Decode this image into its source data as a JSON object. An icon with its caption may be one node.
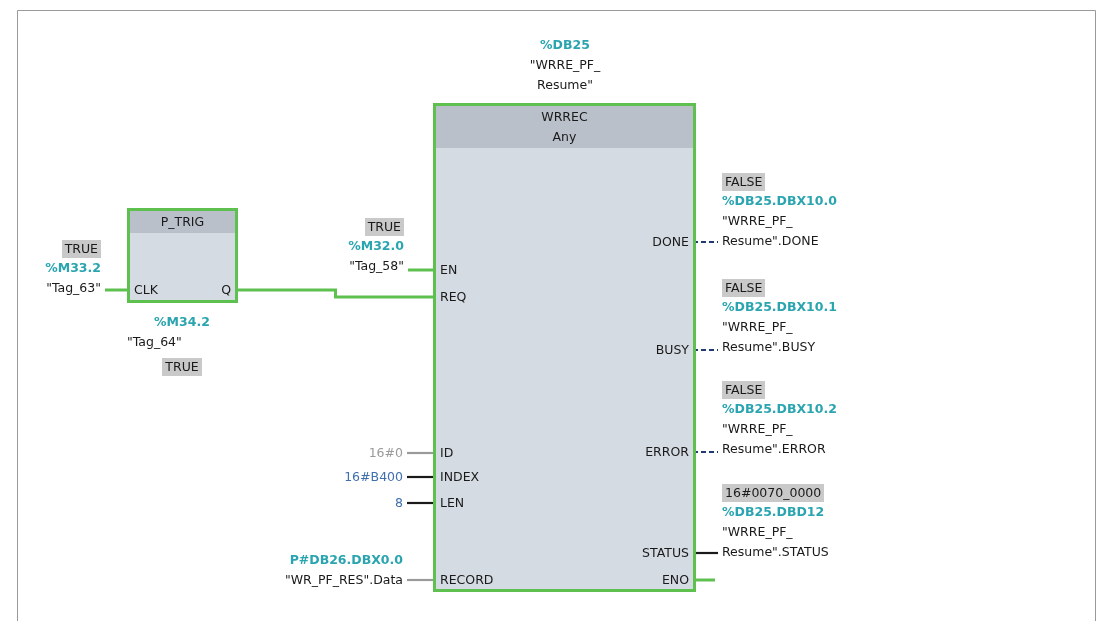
{
  "diagram": {
    "nodes": [
      {
        "text": [
          "P_TRIG"
        ]
      },
      {
        "text": [
          "CLK"
        ],
        "in": 0
      },
      {
        "text": [
          "Q"
        ],
        "in": 0
      },
      {
        "text": [
          "TRUE",
          "%M33.2",
          "\"Tag_63\""
        ]
      },
      {
        "text": [
          "WRREC",
          "Any"
        ],
        "beside": [
          "%DB25",
          "\"WRRE_PF_ Resume\""
        ]
      },
      {
        "text": [
          "EN"
        ],
        "in": 4
      },
      {
        "text": [
          "REQ"
        ],
        "in": 4
      },
      {
        "text": [
          "ID"
        ],
        "in": 4
      },
      {
        "text": [
          "INDEX"
        ],
        "in": 4
      },
      {
        "text": [
          "LEN"
        ],
        "in": 4
      },
      {
        "text": [
          "RECORD"
        ],
        "in": 4
      },
      {
        "text": [
          "DONE"
        ],
        "in": 4
      },
      {
        "text": [
          "BUSY"
        ],
        "in": 4
      },
      {
        "text": [
          "ERROR"
        ],
        "in": 4
      },
      {
        "text": [
          "STATUS"
        ],
        "in": 4
      },
      {
        "text": [
          "ENO"
        ],
        "in": 4
      },
      {
        "text": [
          "TRUE",
          "%M32.0",
          "\"Tag_58\""
        ]
      },
      {
        "text": [
          "16#0"
        ]
      },
      {
        "text": [
          "16#B400"
        ]
      },
      {
        "text": [
          "8"
        ]
      },
      {
        "text": [
          "P#DB26.DBX0.0",
          "\"WR_PF_RES\".Data"
        ]
      },
      {
        "text": [
          "FALSE",
          "%DB25.DBX10.0",
          "\"WRRE_PF_ Resume\".DONE"
        ]
      },
      {
        "text": [
          "FALSE",
          "%DB25.DBX10.1",
          "\"WRRE_PF_ Resume\".BUSY"
        ]
      },
      {
        "text": [
          "FALSE",
          "%DB25.DBX10.2",
          "\"WRRE_PF_ Resume\".ERROR"
        ]
      },
      {
        "text": [
          "16#0070_0000",
          "%DB25.DBD12",
          "\"WRRE_PF_ Resume\".STATUS"
        ]
      },
      {
        "text": [
          "%M34.2",
          "\"Tag_64\"",
          "TRUE"
        ]
      }
    ],
    "edges": [
      {
        "from": 3,
        "to": 1,
        "arrow": "none"
      },
      {
        "from": 2,
        "to": 6,
        "arrow": "none"
      },
      {
        "from": 16,
        "to": 5,
        "arrow": "none"
      },
      {
        "from": 17,
        "to": 7,
        "arrow": "none",
        "color": "#9a9a9a"
      },
      {
        "from": 18,
        "to": 8,
        "arrow": "none",
        "color": "#1a1a1a"
      },
      {
        "from": 19,
        "to": 9,
        "arrow": "none",
        "color": "#1a1a1a"
      },
      {
        "from": 20,
        "to": 10,
        "arrow": "none",
        "color": "#9a9a9a"
      },
      {
        "from": 11,
        "to": 21,
        "arrow": "none",
        "style": "dashed",
        "color": "#1f3a6e"
      },
      {
        "from": 12,
        "to": 22,
        "arrow": "none",
        "style": "dashed",
        "color": "#1f3a6e"
      },
      {
        "from": 13,
        "to": 23,
        "arrow": "none",
        "style": "dashed",
        "color": "#1f3a6e"
      },
      {
        "from": 14,
        "to": 24,
        "arrow": "none",
        "color": "#1a1a1a"
      },
      {
        "from": 15,
        "to": null,
        "arrow": "none"
      }
    ]
  }
}
